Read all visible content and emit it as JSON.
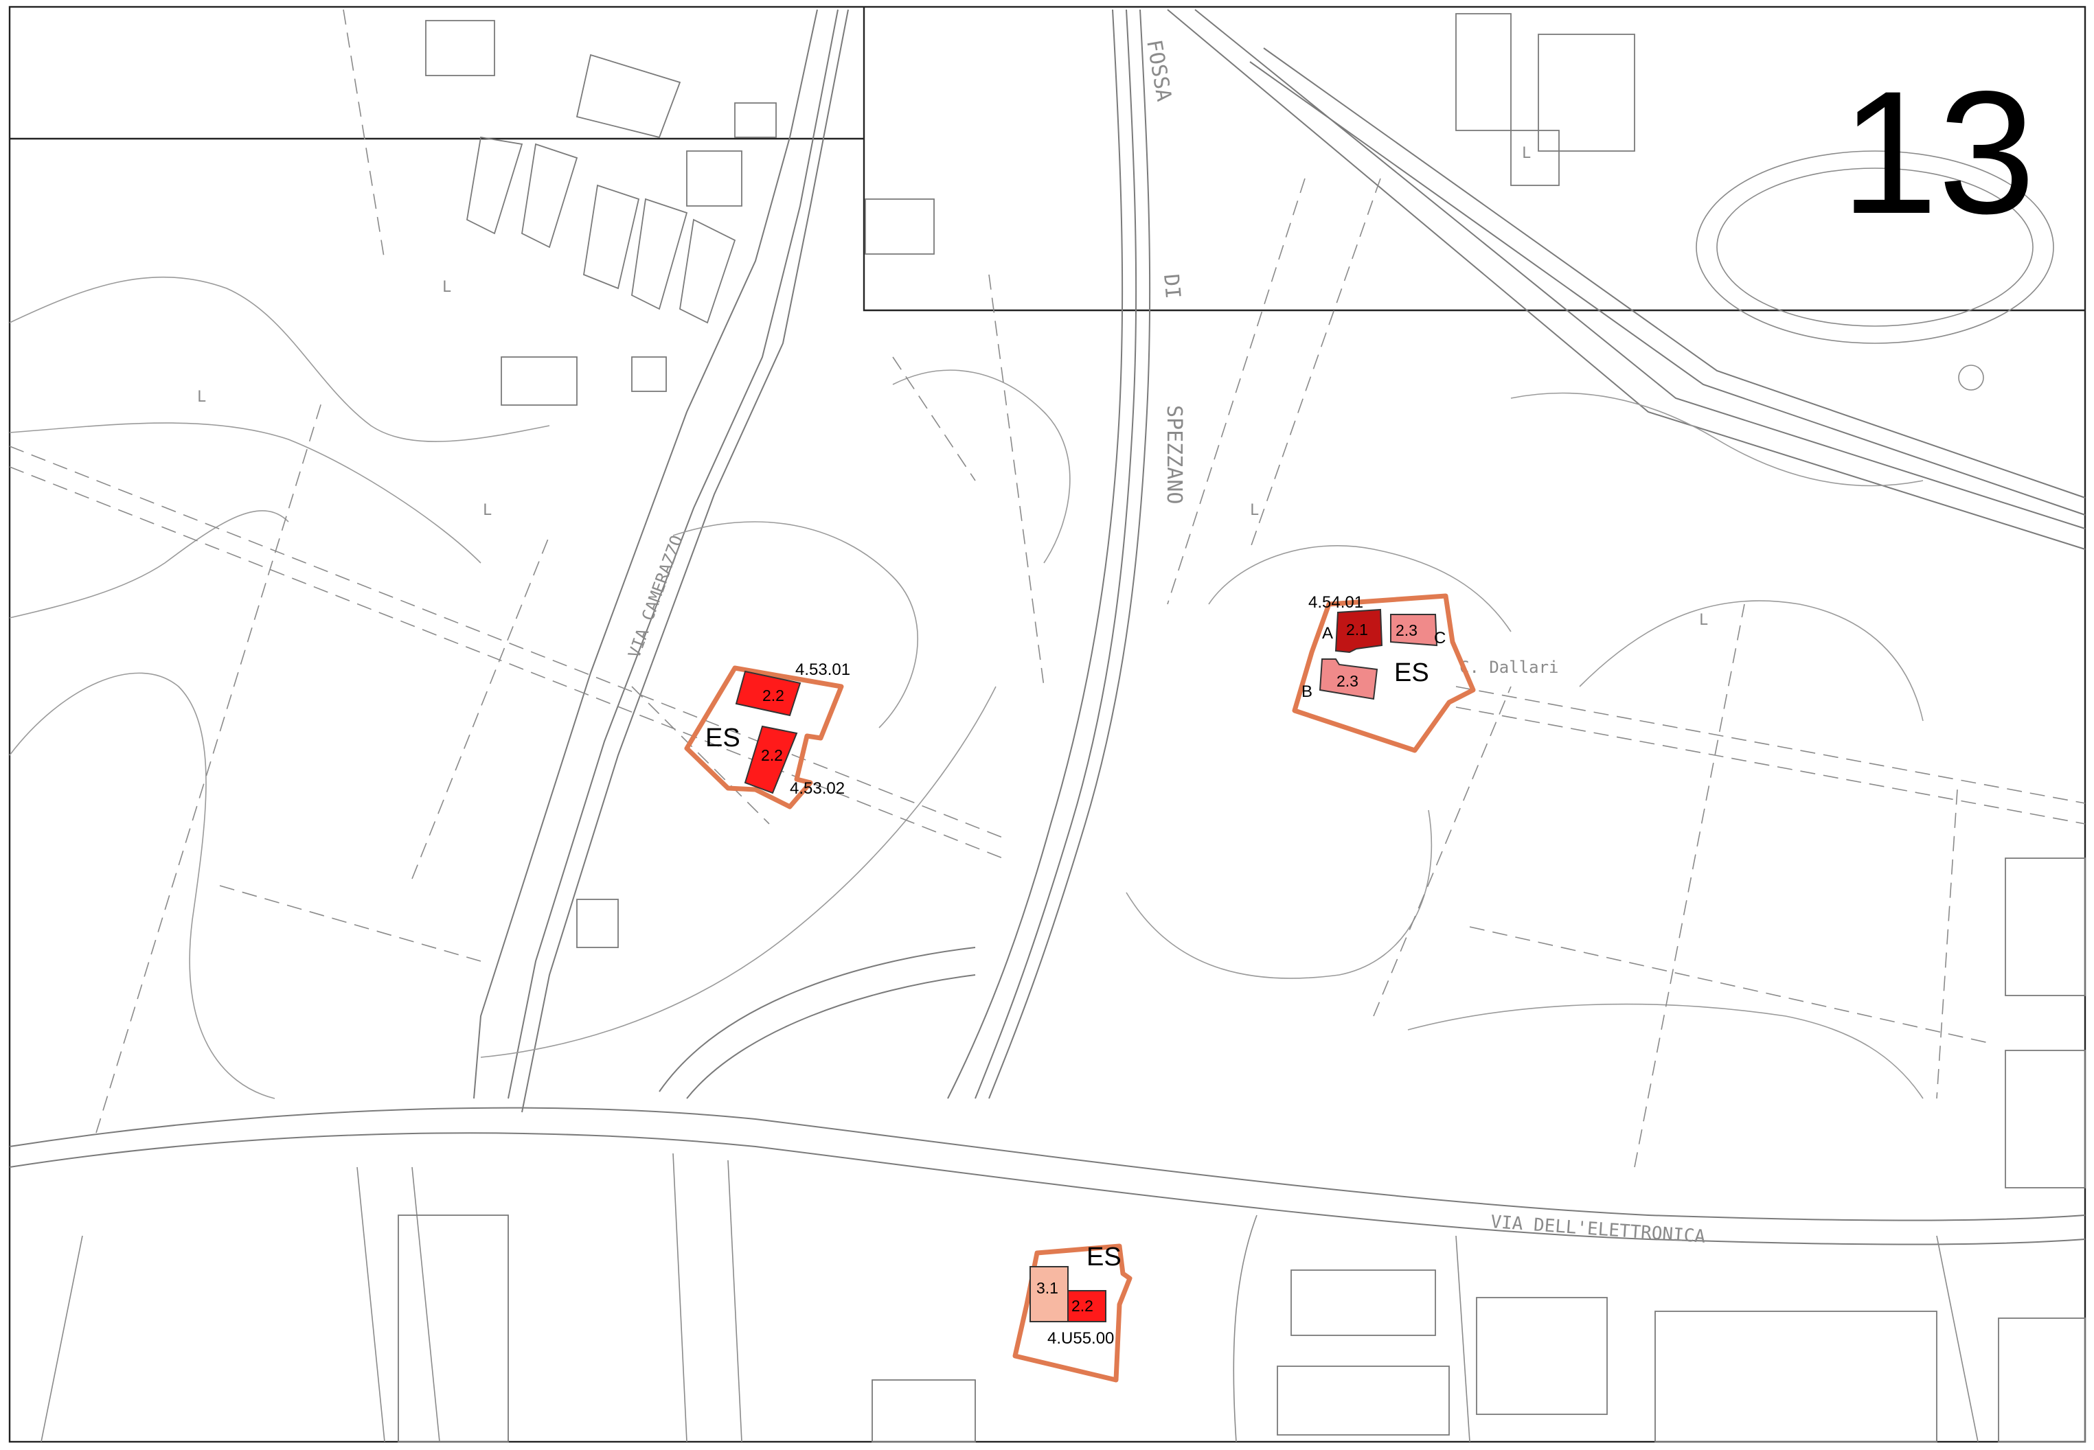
{
  "sheet": {
    "number": "13"
  },
  "street_names": {
    "via_camerazzo": "VIA CAMERAZZO",
    "fossa": "FOSSA",
    "di": "DI",
    "spezzano": "SPEZZANO",
    "c_dallari": "C. Dallari",
    "via_elettronica": "VIA DELL'ELETTRONICA",
    "l1": "L",
    "l2": "L",
    "l3": "L",
    "l4": "L",
    "l5": "L",
    "l6": "L"
  },
  "sites": {
    "west": {
      "zone": "ES",
      "code_top": "4.53.01",
      "code_bottom": "4.53.02",
      "buildings": [
        {
          "class": "2.2",
          "color": "#ff1a1a"
        },
        {
          "class": "2.2",
          "color": "#ff1a1a"
        }
      ]
    },
    "east": {
      "zone": "ES",
      "code": "4.54.01",
      "wings": {
        "a": "A",
        "b": "B",
        "c": "C"
      },
      "buildings": [
        {
          "class": "2.1",
          "color": "#c01414"
        },
        {
          "class": "2.3",
          "color": "#f08a8a"
        },
        {
          "class": "2.3",
          "color": "#f08a8a"
        }
      ]
    },
    "south": {
      "zone": "ES",
      "code": "4.U55.00",
      "buildings": [
        {
          "class": "3.1",
          "color": "#f7b8a2"
        },
        {
          "class": "2.2",
          "color": "#ff1a1a"
        }
      ]
    }
  },
  "colors": {
    "boundary": "#e07a50",
    "linework": "#8a8a8a",
    "frame": "#222222"
  }
}
